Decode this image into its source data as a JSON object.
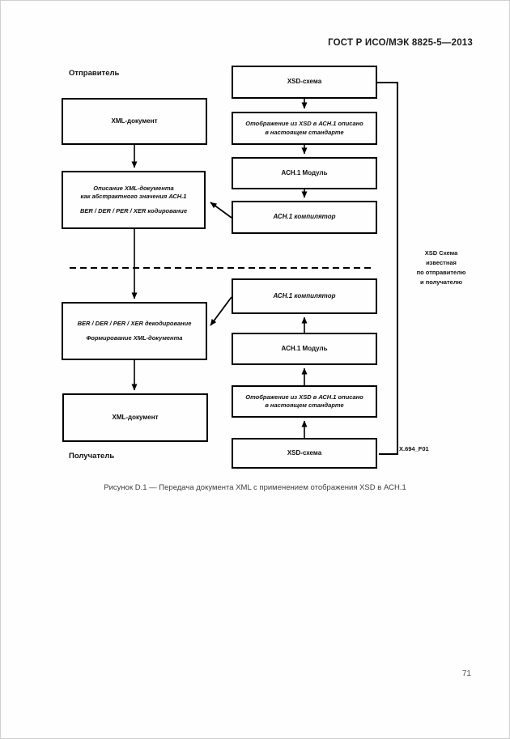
{
  "header": {
    "title": "ГОСТ Р ИСО/МЭК 8825-5—2013"
  },
  "footer": {
    "page_number": "71"
  },
  "caption": "Рисунок D.1 — Передача документа XML с применением отображения XSD в АСН.1",
  "diagram": {
    "labels": {
      "sender": "Отправитель",
      "receiver": "Получатель",
      "figure_id": "X.694_F01",
      "side_note_lines": [
        "XSD Схема",
        "известная",
        "по отправителю",
        "и получателю"
      ]
    },
    "boxes": {
      "xml_doc_top": "XML-документ",
      "describe_lines": [
        "Описание XML-документа",
        "как абстрактного значения АСН.1"
      ],
      "encode_line": "BER / DER / PER / XER кодирование",
      "decode_line": "BER / DER / PER / XER декодирование",
      "form_xml_line": "Формирование XML-документа",
      "xml_doc_bottom": "XML-документ",
      "xsd_schema_top": "XSD-схема",
      "mapping_top_lines": [
        "Отображение из XSD в АСН.1 описано",
        "в настоящем стандарте"
      ],
      "asn_module_top": "АСН.1 Модуль",
      "asn_compiler_top": "АСН.1 компилятор",
      "asn_compiler_bottom": "АСН.1 компилятор",
      "asn_module_bottom": "АСН.1 Модуль",
      "mapping_bottom_lines": [
        "Отображение из XSD в АСН.1 описано",
        "в настоящем стандарте"
      ],
      "xsd_schema_bottom": "XSD-схема"
    }
  }
}
